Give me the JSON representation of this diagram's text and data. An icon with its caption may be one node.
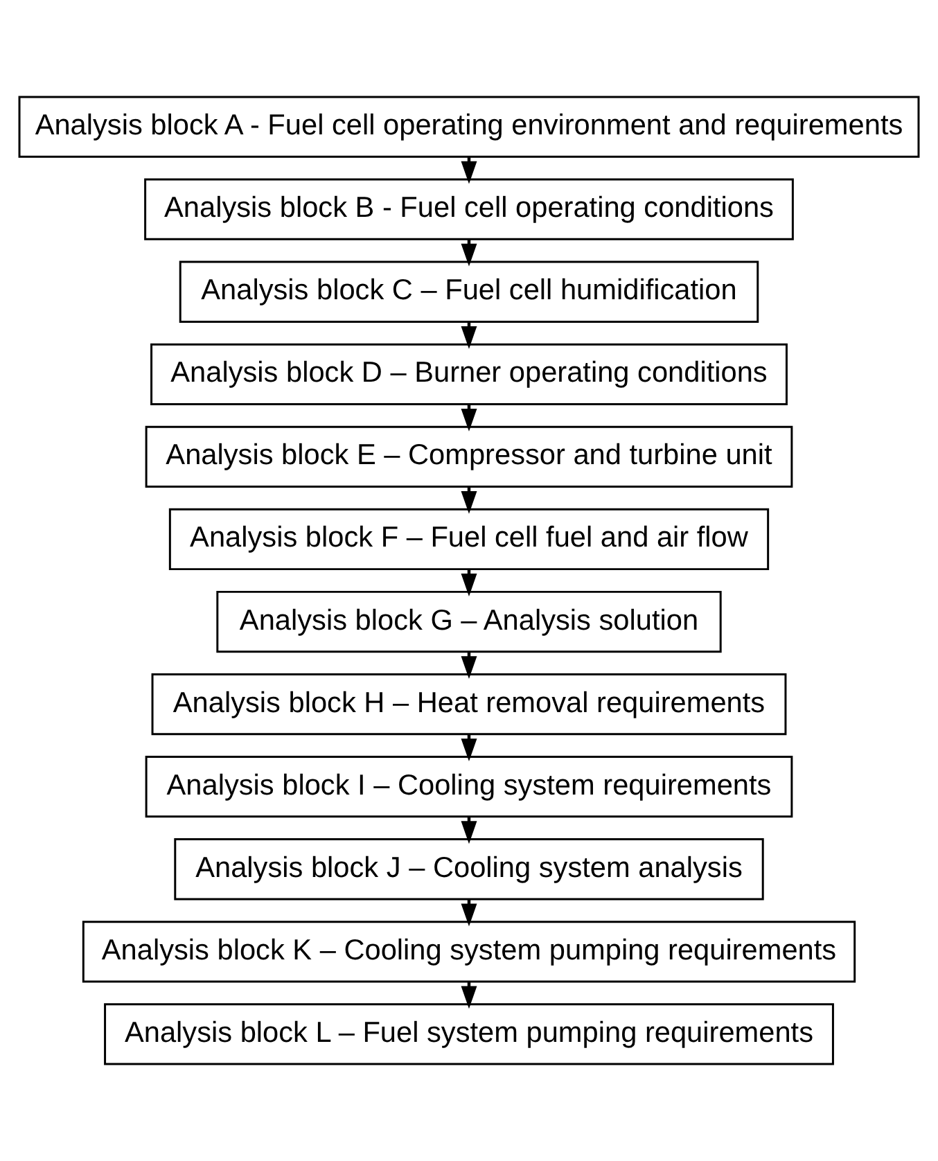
{
  "diagram": {
    "nodes": [
      {
        "text": [
          "Analysis block A - Fuel cell operating environment and requirements"
        ]
      },
      {
        "text": [
          "Analysis block B - Fuel cell operating conditions"
        ]
      },
      {
        "text": [
          "Analysis block C – Fuel cell humidification"
        ]
      },
      {
        "text": [
          "Analysis block D – Burner operating conditions"
        ]
      },
      {
        "text": [
          "Analysis block E – Compressor and turbine unit"
        ]
      },
      {
        "text": [
          "Analysis block F – Fuel cell fuel and air flow"
        ]
      },
      {
        "text": [
          "Analysis block G – Analysis solution"
        ]
      },
      {
        "text": [
          "Analysis block H – Heat removal requirements"
        ]
      },
      {
        "text": [
          "Analysis block I – Cooling system requirements"
        ]
      },
      {
        "text": [
          "Analysis block J – Cooling system analysis"
        ]
      },
      {
        "text": [
          "Analysis block K – Cooling system pumping requirements"
        ]
      },
      {
        "text": [
          "Analysis block L – Fuel system pumping requirements"
        ]
      }
    ],
    "edges": [
      {
        "from": 0,
        "to": 1,
        "arrow": "to"
      },
      {
        "from": 1,
        "to": 2,
        "arrow": "to"
      },
      {
        "from": 2,
        "to": 3,
        "arrow": "to"
      },
      {
        "from": 3,
        "to": 4,
        "arrow": "to"
      },
      {
        "from": 4,
        "to": 5,
        "arrow": "to"
      },
      {
        "from": 5,
        "to": 6,
        "arrow": "to"
      },
      {
        "from": 6,
        "to": 7,
        "arrow": "to"
      },
      {
        "from": 7,
        "to": 8,
        "arrow": "to"
      },
      {
        "from": 8,
        "to": 9,
        "arrow": "to"
      },
      {
        "from": 9,
        "to": 10,
        "arrow": "to"
      },
      {
        "from": 10,
        "to": 11,
        "arrow": "to"
      }
    ]
  }
}
